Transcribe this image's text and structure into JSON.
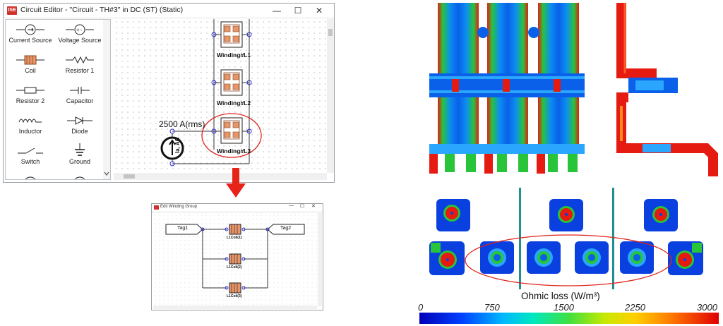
{
  "circuit_editor": {
    "title": "Circuit Editor - \"Circuit - TH#3\" in DC (ST) (Static)",
    "app_badge": "ISE",
    "controls": {
      "minimize": "—",
      "maximize": "☐",
      "close": "✕"
    },
    "palette": [
      {
        "label": "Current Source",
        "icon": "current-source-icon"
      },
      {
        "label": "Voltage Source",
        "icon": "voltage-source-icon"
      },
      {
        "label": "Coil",
        "icon": "coil-icon"
      },
      {
        "label": "Resistor 1",
        "icon": "resistor-icon"
      },
      {
        "label": "Resistor 2",
        "icon": "resistor-box-icon"
      },
      {
        "label": "Capacitor",
        "icon": "capacitor-icon"
      },
      {
        "label": "Inductor",
        "icon": "inductor-icon"
      },
      {
        "label": "Diode",
        "icon": "diode-icon"
      },
      {
        "label": "Switch",
        "icon": "switch-icon"
      },
      {
        "label": "Ground",
        "icon": "ground-icon"
      }
    ],
    "windings": [
      "Winding#L1",
      "Winding#L2",
      "Winding#L3"
    ],
    "source_current": "2500 A(rms)",
    "source_label": "Ia, AC"
  },
  "edit_winding_group": {
    "title": "Edit Winding Group",
    "tags": [
      "Tag1",
      "Tag2"
    ],
    "coils": [
      "L1Coil(1)",
      "L1Coil(2)",
      "L1Coil(3)"
    ]
  },
  "colorbar": {
    "title": "Ohmic loss (W/m³)",
    "ticks": [
      "0",
      "750",
      "1500",
      "2250",
      "3000"
    ]
  },
  "colors": {
    "highlight_red": "#e0231c",
    "arrow_red": "#e8231a",
    "coil_orange": "#e8956a",
    "divider_teal": "#1f8f8f"
  }
}
